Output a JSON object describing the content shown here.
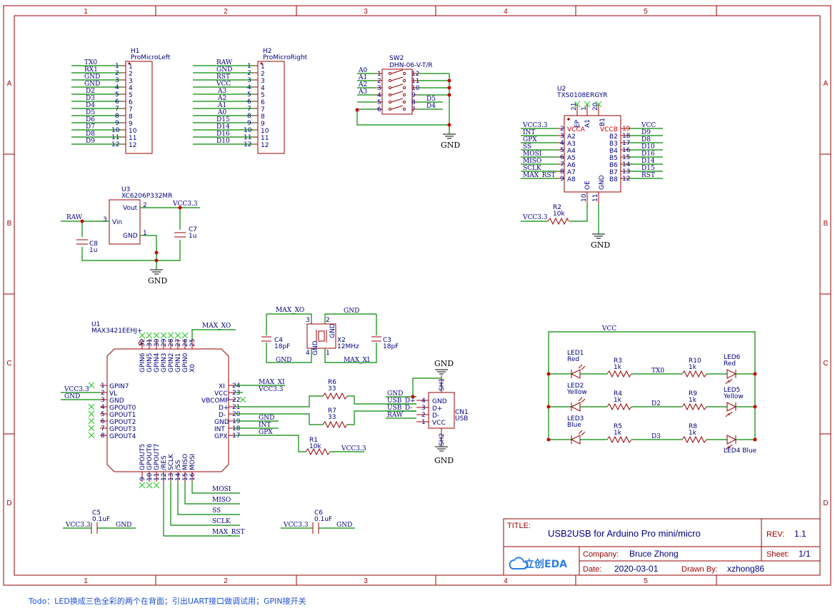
{
  "grid": {
    "cols": [
      "1",
      "2",
      "3",
      "4",
      "5"
    ],
    "rows": [
      "A",
      "B",
      "C",
      "D"
    ]
  },
  "title_block": {
    "title_label": "TITLE:",
    "title": "USB2USB for Arduino Pro mini/micro",
    "rev_label": "REV:",
    "rev": "1.1",
    "company_label": "Company:",
    "company": "Bruce Zhong",
    "sheet_label": "Sheet:",
    "sheet": "1/1",
    "date_label": "Date:",
    "date": "2020-03-01",
    "drawn_label": "Drawn By:",
    "drawn": "xzhong86",
    "logo_text": "立创EDA"
  },
  "todo": "Todo：LED换成三色全彩的两个在背面；引出UART接口做调试用；GPIN接开关",
  "h1": {
    "ref": "H1",
    "value": "ProMicroLeft",
    "nets": [
      "TX0",
      "RX1",
      "GND",
      "GND",
      "D2",
      "D3",
      "D4",
      "D5",
      "D6",
      "D7",
      "D8",
      "D9"
    ],
    "pins": [
      "1",
      "2",
      "3",
      "4",
      "5",
      "6",
      "7",
      "8",
      "9",
      "10",
      "11",
      "12"
    ]
  },
  "h2": {
    "ref": "H2",
    "value": "ProMicroRight",
    "nets": [
      "RAW",
      "GND",
      "RST",
      "VCC",
      "A3",
      "A2",
      "A1",
      "A0",
      "D15",
      "D14",
      "D16",
      "D10"
    ],
    "pins": [
      "1",
      "2",
      "3",
      "4",
      "5",
      "6",
      "7",
      "8",
      "9",
      "10",
      "11",
      "12"
    ]
  },
  "sw2": {
    "ref": "SW2",
    "value": "DHN-06-V-T/R",
    "left_nets": [
      "A0",
      "A1",
      "A2",
      "A3"
    ],
    "right_nets": [
      "D5",
      "D4"
    ],
    "left_pins": [
      "1",
      "2",
      "3",
      "4",
      "5",
      "6"
    ],
    "right_pins": [
      "12",
      "11",
      "10",
      "9",
      "8",
      "7"
    ],
    "gnd": "GND"
  },
  "u2": {
    "ref": "U2",
    "value": "TXS0108ERGYR",
    "left_nets": [
      "VCC3.3",
      "INT",
      "GPX",
      "SS",
      "MOSI",
      "MISO",
      "SCLK",
      "MAX_RST"
    ],
    "left_pins": [
      "2",
      "3",
      "4",
      "5",
      "6",
      "7",
      "8",
      "9"
    ],
    "left_names": [
      "VCCA",
      "A2",
      "A3",
      "A4",
      "A5",
      "A6",
      "A7",
      "A8"
    ],
    "right_nets": [
      "VCC",
      "D9",
      "D8",
      "D10",
      "D16",
      "D14",
      "D15",
      "RST"
    ],
    "right_pins": [
      "19",
      "18",
      "17",
      "16",
      "15",
      "14",
      "13",
      "12"
    ],
    "right_names": [
      "VCCB",
      "B2",
      "B3",
      "B4",
      "B5",
      "B6",
      "B7",
      "B8"
    ],
    "top_pins": [
      "21",
      "1",
      "20"
    ],
    "top_names": [
      "EP",
      "A1",
      "B1"
    ],
    "bottom_pins": [
      "10",
      "11"
    ],
    "bottom_names": [
      "OE",
      "GND"
    ],
    "gnd": "GND"
  },
  "r2": {
    "ref": "R2",
    "value": "10k",
    "net": "VCC3.3"
  },
  "u3": {
    "ref": "U3",
    "value": "XC6206P332MR",
    "vout": "Vout",
    "vin": "Vin",
    "gnd_pin": "GND",
    "pin_vout": "2",
    "pin_vin": "3",
    "pin_gnd": "1",
    "net_in": "RAW",
    "net_out": "VCC3.3",
    "gnd": "GND"
  },
  "c7": {
    "ref": "C7",
    "value": "1u"
  },
  "c8": {
    "ref": "C8",
    "value": "1u"
  },
  "u1": {
    "ref": "U1",
    "value": "MAX3421EEHJ+",
    "left_pins": [
      "1",
      "2",
      "3",
      "4",
      "5",
      "6",
      "7",
      "8"
    ],
    "left_names": [
      "GPIN7",
      "VL",
      "GND",
      "GPOUT0",
      "GPOUT1",
      "GPOUT2",
      "GPOUT3",
      "GPOUT4"
    ],
    "left_nets": [
      "VCC3.3",
      "GND"
    ],
    "top_pins": [
      "32",
      "31",
      "30",
      "29",
      "28",
      "27",
      "26",
      "25"
    ],
    "top_names": [
      "GPIN6",
      "GPIN5",
      "GPIN4",
      "GPIN3",
      "GPIN2",
      "GPIN1",
      "GPIN0",
      "X0"
    ],
    "right_pins": [
      "24",
      "23",
      "22",
      "21",
      "20",
      "19",
      "18",
      "17"
    ],
    "right_names": [
      "XI",
      "VCC",
      "VBCOMP",
      "D+",
      "D-",
      "GND",
      "INT",
      "GPX"
    ],
    "right_nets": [
      "MAX_XI",
      "VCC3.3",
      "",
      "",
      "",
      "GND",
      "INT",
      "GPX"
    ],
    "bottom_pins": [
      "9",
      "10",
      "11",
      "12",
      "13",
      "14",
      "15",
      "16"
    ],
    "bottom_names": [
      "GPOUT5",
      "GPOUT6",
      "GPOUT7",
      "/RES",
      "SCLK",
      "/SS",
      "MISO",
      "MOSI"
    ],
    "bottom_nets": [
      "MOSI",
      "MISO",
      "SS",
      "SCLK",
      "MAX_RST"
    ],
    "xo_net": "MAX_XO"
  },
  "x2": {
    "ref": "X2",
    "value": "12MHz",
    "net_top": "MAX_XO",
    "net_bot": "MAX_XI",
    "gnd_top": "GND",
    "gnd_bot": "GND",
    "pins": [
      "3",
      "2",
      "4",
      "1"
    ],
    "gnd_pin_label": "GND"
  },
  "c4": {
    "ref": "C4",
    "value": "18pF"
  },
  "c3": {
    "ref": "C3",
    "value": "18pF"
  },
  "r6": {
    "ref": "R6",
    "value": "33"
  },
  "r7": {
    "ref": "R7",
    "value": "33"
  },
  "r1": {
    "ref": "R1",
    "value": "10k",
    "net": "VCC3.3"
  },
  "cn1": {
    "ref": "CN1",
    "value": "USB",
    "pin_names": [
      "GND",
      "D+",
      "D-",
      "VCC"
    ],
    "pins": [
      "4",
      "3",
      "2",
      "1"
    ],
    "nets": [
      "GND",
      "USB_D+",
      "USB_D-",
      "RAW"
    ],
    "sh1": "SH1",
    "sh2": "SH2",
    "gnd": "GND"
  },
  "c5": {
    "ref": "C5",
    "value": "0.1uF",
    "left": "VCC3.3",
    "right": "GND"
  },
  "c6": {
    "ref": "C6",
    "value": "0.1uF",
    "left": "VCC3.3",
    "right": "GND"
  },
  "leds": {
    "vcc": "VCC",
    "rows": [
      {
        "left_ref": "LED1",
        "left_color": "Red",
        "r_left": "R3",
        "r_left_val": "1k",
        "net": "TX0",
        "r_right": "R10",
        "r_right_val": "1k",
        "right_ref": "LED6",
        "right_color": "Red"
      },
      {
        "left_ref": "LED2",
        "left_color": "Yellow",
        "r_left": "R4",
        "r_left_val": "1k",
        "net": "D2",
        "r_right": "R9",
        "r_right_val": "1k",
        "right_ref": "LED5",
        "right_color": "Yellow"
      },
      {
        "left_ref": "LED3",
        "left_color": "Blue",
        "r_left": "R5",
        "r_left_val": "1k",
        "net": "D3",
        "r_right": "R8",
        "r_right_val": "1k",
        "right_ref": "LED4",
        "right_color": "Blue"
      }
    ]
  }
}
